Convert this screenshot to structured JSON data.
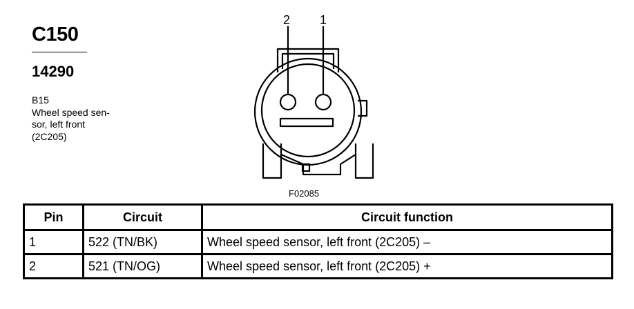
{
  "connector": {
    "id": "C150",
    "part_number": "14290",
    "location_code": "B15",
    "description_lines": [
      "Wheel speed sen-",
      "sor, left front",
      "(2C205)"
    ]
  },
  "diagram": {
    "pin_labels": [
      "2",
      "1"
    ],
    "figure_id": "F02085"
  },
  "table": {
    "headers": [
      "Pin",
      "Circuit",
      "Circuit function"
    ],
    "rows": [
      {
        "pin": "1",
        "circuit": "522 (TN/BK)",
        "function": "Wheel speed sensor, left front (2C205) –"
      },
      {
        "pin": "2",
        "circuit": "521 (TN/OG)",
        "function": "Wheel speed sensor, left front (2C205) +"
      }
    ]
  }
}
